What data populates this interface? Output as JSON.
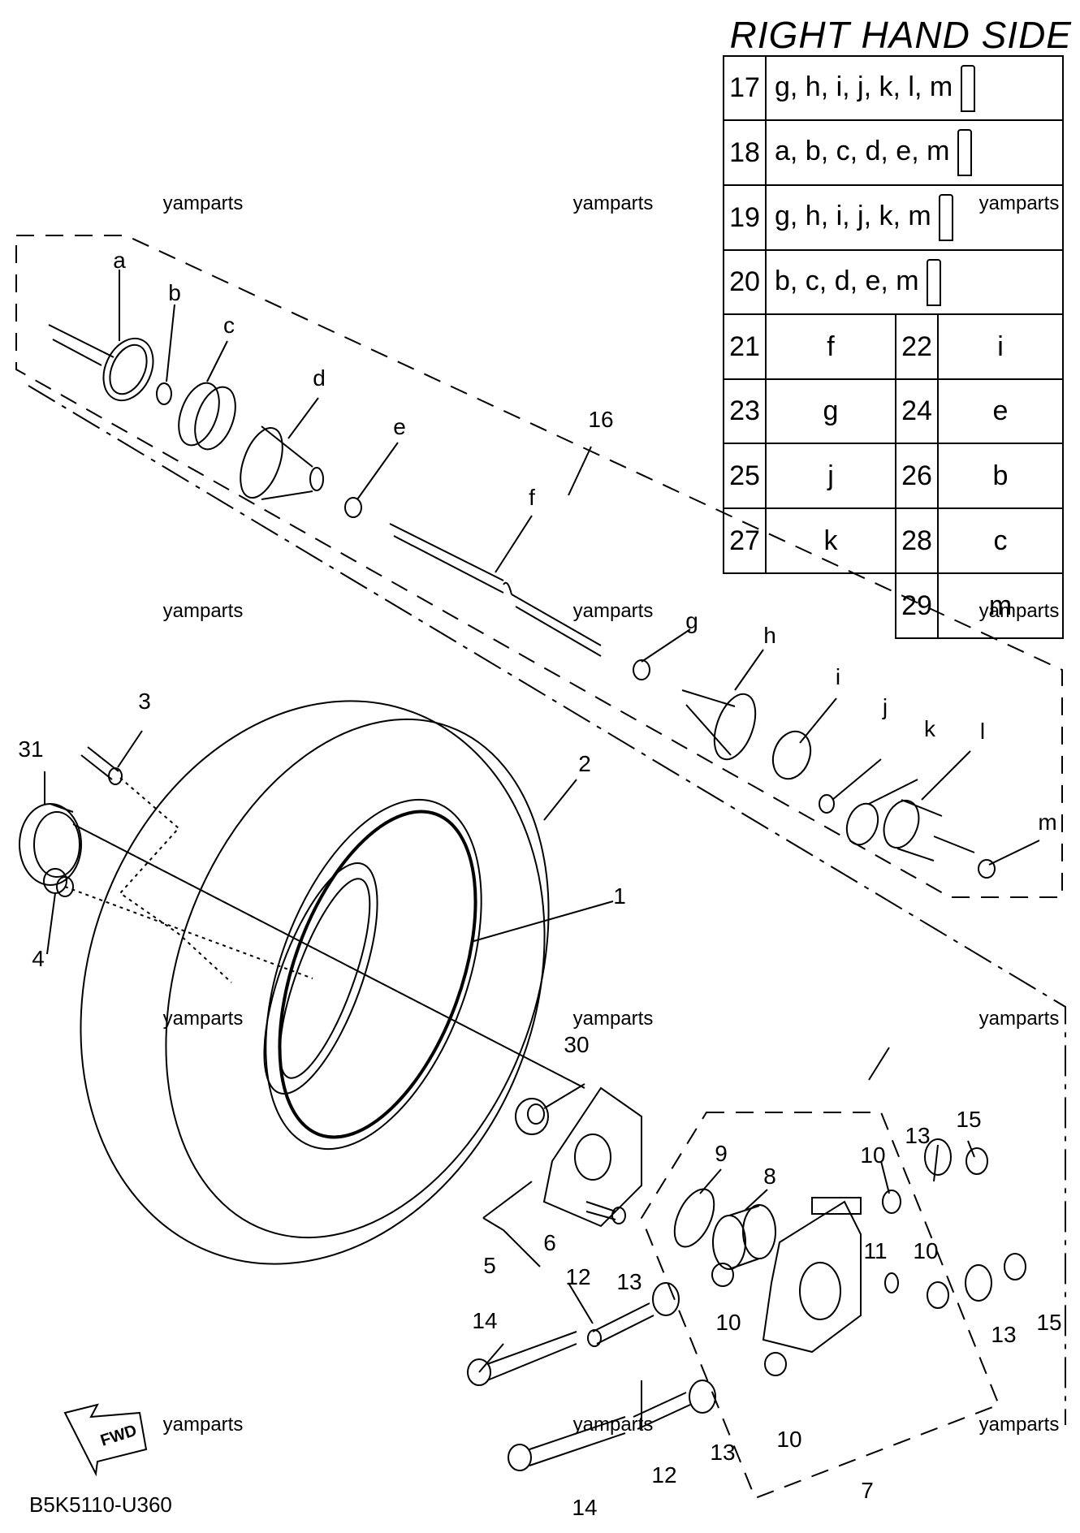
{
  "header": {
    "title": "RIGHT HAND SIDE"
  },
  "footer": {
    "code": "B5K5110-U360"
  },
  "watermark": "yamparts",
  "fwd_label": "FWD",
  "table": {
    "grease_rows": [
      {
        "num": "17",
        "parts": "g, h, i, j, k, l, m"
      },
      {
        "num": "18",
        "parts": "a, b, c, d, e, m"
      },
      {
        "num": "19",
        "parts": "g, h, i, j, k, m"
      },
      {
        "num": "20",
        "parts": "b, c, d, e, m"
      }
    ],
    "pair_rows": [
      {
        "n1": "21",
        "v1": "f",
        "n2": "22",
        "v2": "i"
      },
      {
        "n1": "23",
        "v1": "g",
        "n2": "24",
        "v2": "e"
      },
      {
        "n1": "25",
        "v1": "j",
        "n2": "26",
        "v2": "b"
      },
      {
        "n1": "27",
        "v1": "k",
        "n2": "28",
        "v2": "c"
      },
      {
        "n2": "29",
        "v2": "m"
      }
    ]
  },
  "callouts": {
    "a": "a",
    "b": "b",
    "c": "c",
    "d": "d",
    "e": "e",
    "f": "f",
    "g": "g",
    "h": "h",
    "i": "i",
    "j": "j",
    "k": "k",
    "l": "l",
    "m": "m",
    "n1": "1",
    "n2": "2",
    "n3": "3",
    "n4": "4",
    "n5": "5",
    "n6": "6",
    "n7": "7",
    "n8": "8",
    "n9": "9",
    "n10": "10",
    "n11": "11",
    "n12": "12",
    "n13": "13",
    "n14": "14",
    "n15": "15",
    "n16": "16",
    "n30": "30",
    "n31": "31"
  }
}
